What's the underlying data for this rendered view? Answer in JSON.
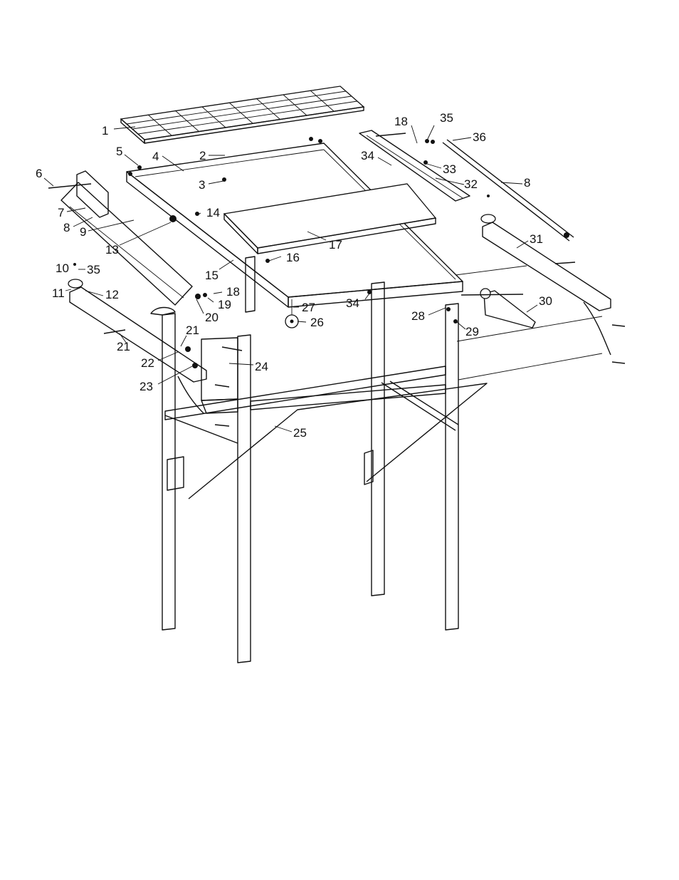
{
  "diagram": {
    "callouts": [
      {
        "id": "c1",
        "label": "1"
      },
      {
        "id": "c2",
        "label": "2"
      },
      {
        "id": "c3",
        "label": "3"
      },
      {
        "id": "c4",
        "label": "4"
      },
      {
        "id": "c5",
        "label": "5"
      },
      {
        "id": "c6",
        "label": "6"
      },
      {
        "id": "c7",
        "label": "7"
      },
      {
        "id": "c8a",
        "label": "8"
      },
      {
        "id": "c8b",
        "label": "8"
      },
      {
        "id": "c9",
        "label": "9"
      },
      {
        "id": "c10",
        "label": "10"
      },
      {
        "id": "c11",
        "label": "11"
      },
      {
        "id": "c12",
        "label": "12"
      },
      {
        "id": "c13",
        "label": "13"
      },
      {
        "id": "c14",
        "label": "14"
      },
      {
        "id": "c15",
        "label": "15"
      },
      {
        "id": "c16",
        "label": "16"
      },
      {
        "id": "c17",
        "label": "17"
      },
      {
        "id": "c18a",
        "label": "18"
      },
      {
        "id": "c18b",
        "label": "18"
      },
      {
        "id": "c19",
        "label": "19"
      },
      {
        "id": "c20",
        "label": "20"
      },
      {
        "id": "c21a",
        "label": "21"
      },
      {
        "id": "c21b",
        "label": "21"
      },
      {
        "id": "c22",
        "label": "22"
      },
      {
        "id": "c23",
        "label": "23"
      },
      {
        "id": "c24",
        "label": "24"
      },
      {
        "id": "c25",
        "label": "25"
      },
      {
        "id": "c26",
        "label": "26"
      },
      {
        "id": "c27",
        "label": "27"
      },
      {
        "id": "c28",
        "label": "28"
      },
      {
        "id": "c29",
        "label": "29"
      },
      {
        "id": "c30",
        "label": "30"
      },
      {
        "id": "c31",
        "label": "31"
      },
      {
        "id": "c32",
        "label": "32"
      },
      {
        "id": "c33",
        "label": "33"
      },
      {
        "id": "c34a",
        "label": "34"
      },
      {
        "id": "c34b",
        "label": "34"
      },
      {
        "id": "c35a",
        "label": "35"
      },
      {
        "id": "c35b",
        "label": "35"
      },
      {
        "id": "c36",
        "label": "36"
      }
    ]
  }
}
